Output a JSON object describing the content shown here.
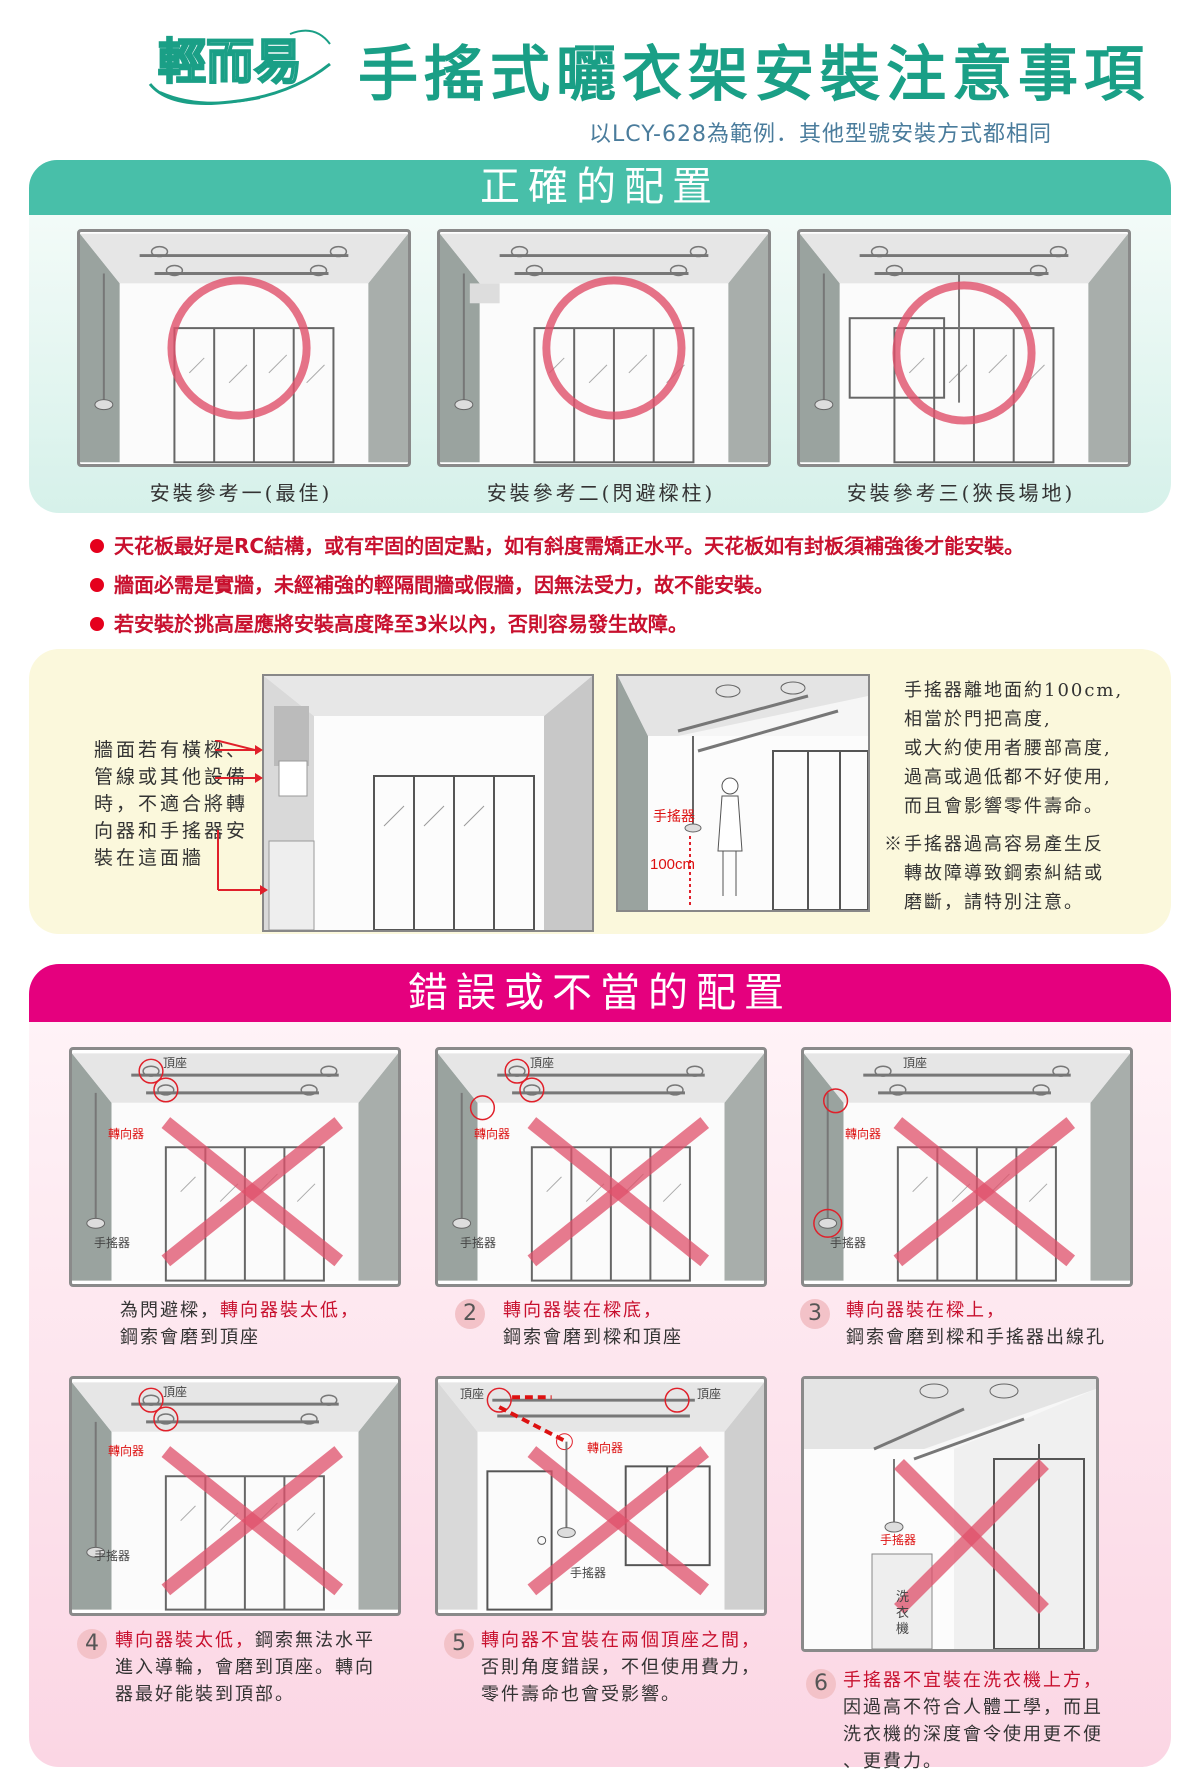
{
  "header": {
    "logo_text": "輕而易",
    "title": "手搖式曬衣架安裝注意事項",
    "subtitle": "以LCY-628為範例．其他型號安裝方式都相同"
  },
  "correct": {
    "section_title": "正確的配置",
    "captions": [
      "安裝參考一(最佳)",
      "安裝參考二(閃避樑柱)",
      "安裝參考三(狹長場地)"
    ]
  },
  "notes": [
    "天花板最好是RC結構，或有牢固的固定點，如有斜度需矯正水平。天花板如有封板須補強後才能安裝。",
    "牆面必需是實牆，未經補強的輕隔間牆或假牆，因無法受力，故不能安裝。",
    "若安裝於挑高屋應將安裝高度降至3米以內，否則容易發生故障。"
  ],
  "info": {
    "left_text": [
      "牆面若有橫樑、",
      "管線或其他設備",
      "時，不適合將轉",
      "向器和手搖器安",
      "裝在這面牆"
    ],
    "crank_label": "手搖器",
    "height_label": "100cm",
    "right_text": [
      "手搖器離地面約100cm,",
      "相當於門把高度,",
      "或大約使用者腰部高度,",
      "過高或過低都不好使用,",
      "而且會影響零件壽命。"
    ],
    "warning_text": [
      "※手搖器過高容易產生反",
      "轉故障導致鋼索糾結或",
      "磨斷，請特別注意。"
    ]
  },
  "wrong": {
    "section_title": "錯誤或不當的配置",
    "labels": {
      "top": "頂座",
      "turner": "轉向器",
      "crank": "手搖器",
      "washer": "洗衣機"
    },
    "items": [
      {
        "num": "",
        "red": "轉向器裝太低，",
        "lead": "為閃避樑，",
        "lines": [
          "鋼索會磨到頂座"
        ]
      },
      {
        "num": "2",
        "red": "轉向器裝在樑底，",
        "lead": "",
        "lines": [
          "鋼索會磨到樑和頂座"
        ]
      },
      {
        "num": "3",
        "red": "轉向器裝在樑上，",
        "lead": "",
        "lines": [
          "鋼索會磨到樑和手搖器出線孔"
        ]
      },
      {
        "num": "4",
        "red": "轉向器裝太低，",
        "lead": "",
        "tail": "鋼索無法水平",
        "lines": [
          "進入導輪，會磨到頂座。轉向",
          "器最好能裝到頂部。"
        ]
      },
      {
        "num": "5",
        "red": "轉向器不宜裝在兩個頂座之間，",
        "lead": "",
        "lines": [
          "否則角度錯誤，不但使用費力，",
          "零件壽命也會受影響。"
        ]
      },
      {
        "num": "6",
        "red": "手搖器不宜裝在洗衣機上方，",
        "lead": "",
        "lines": [
          "因過高不符合人體工學，而且",
          "洗衣機的深度會令使用更不便",
          "、更費力。"
        ]
      }
    ]
  }
}
